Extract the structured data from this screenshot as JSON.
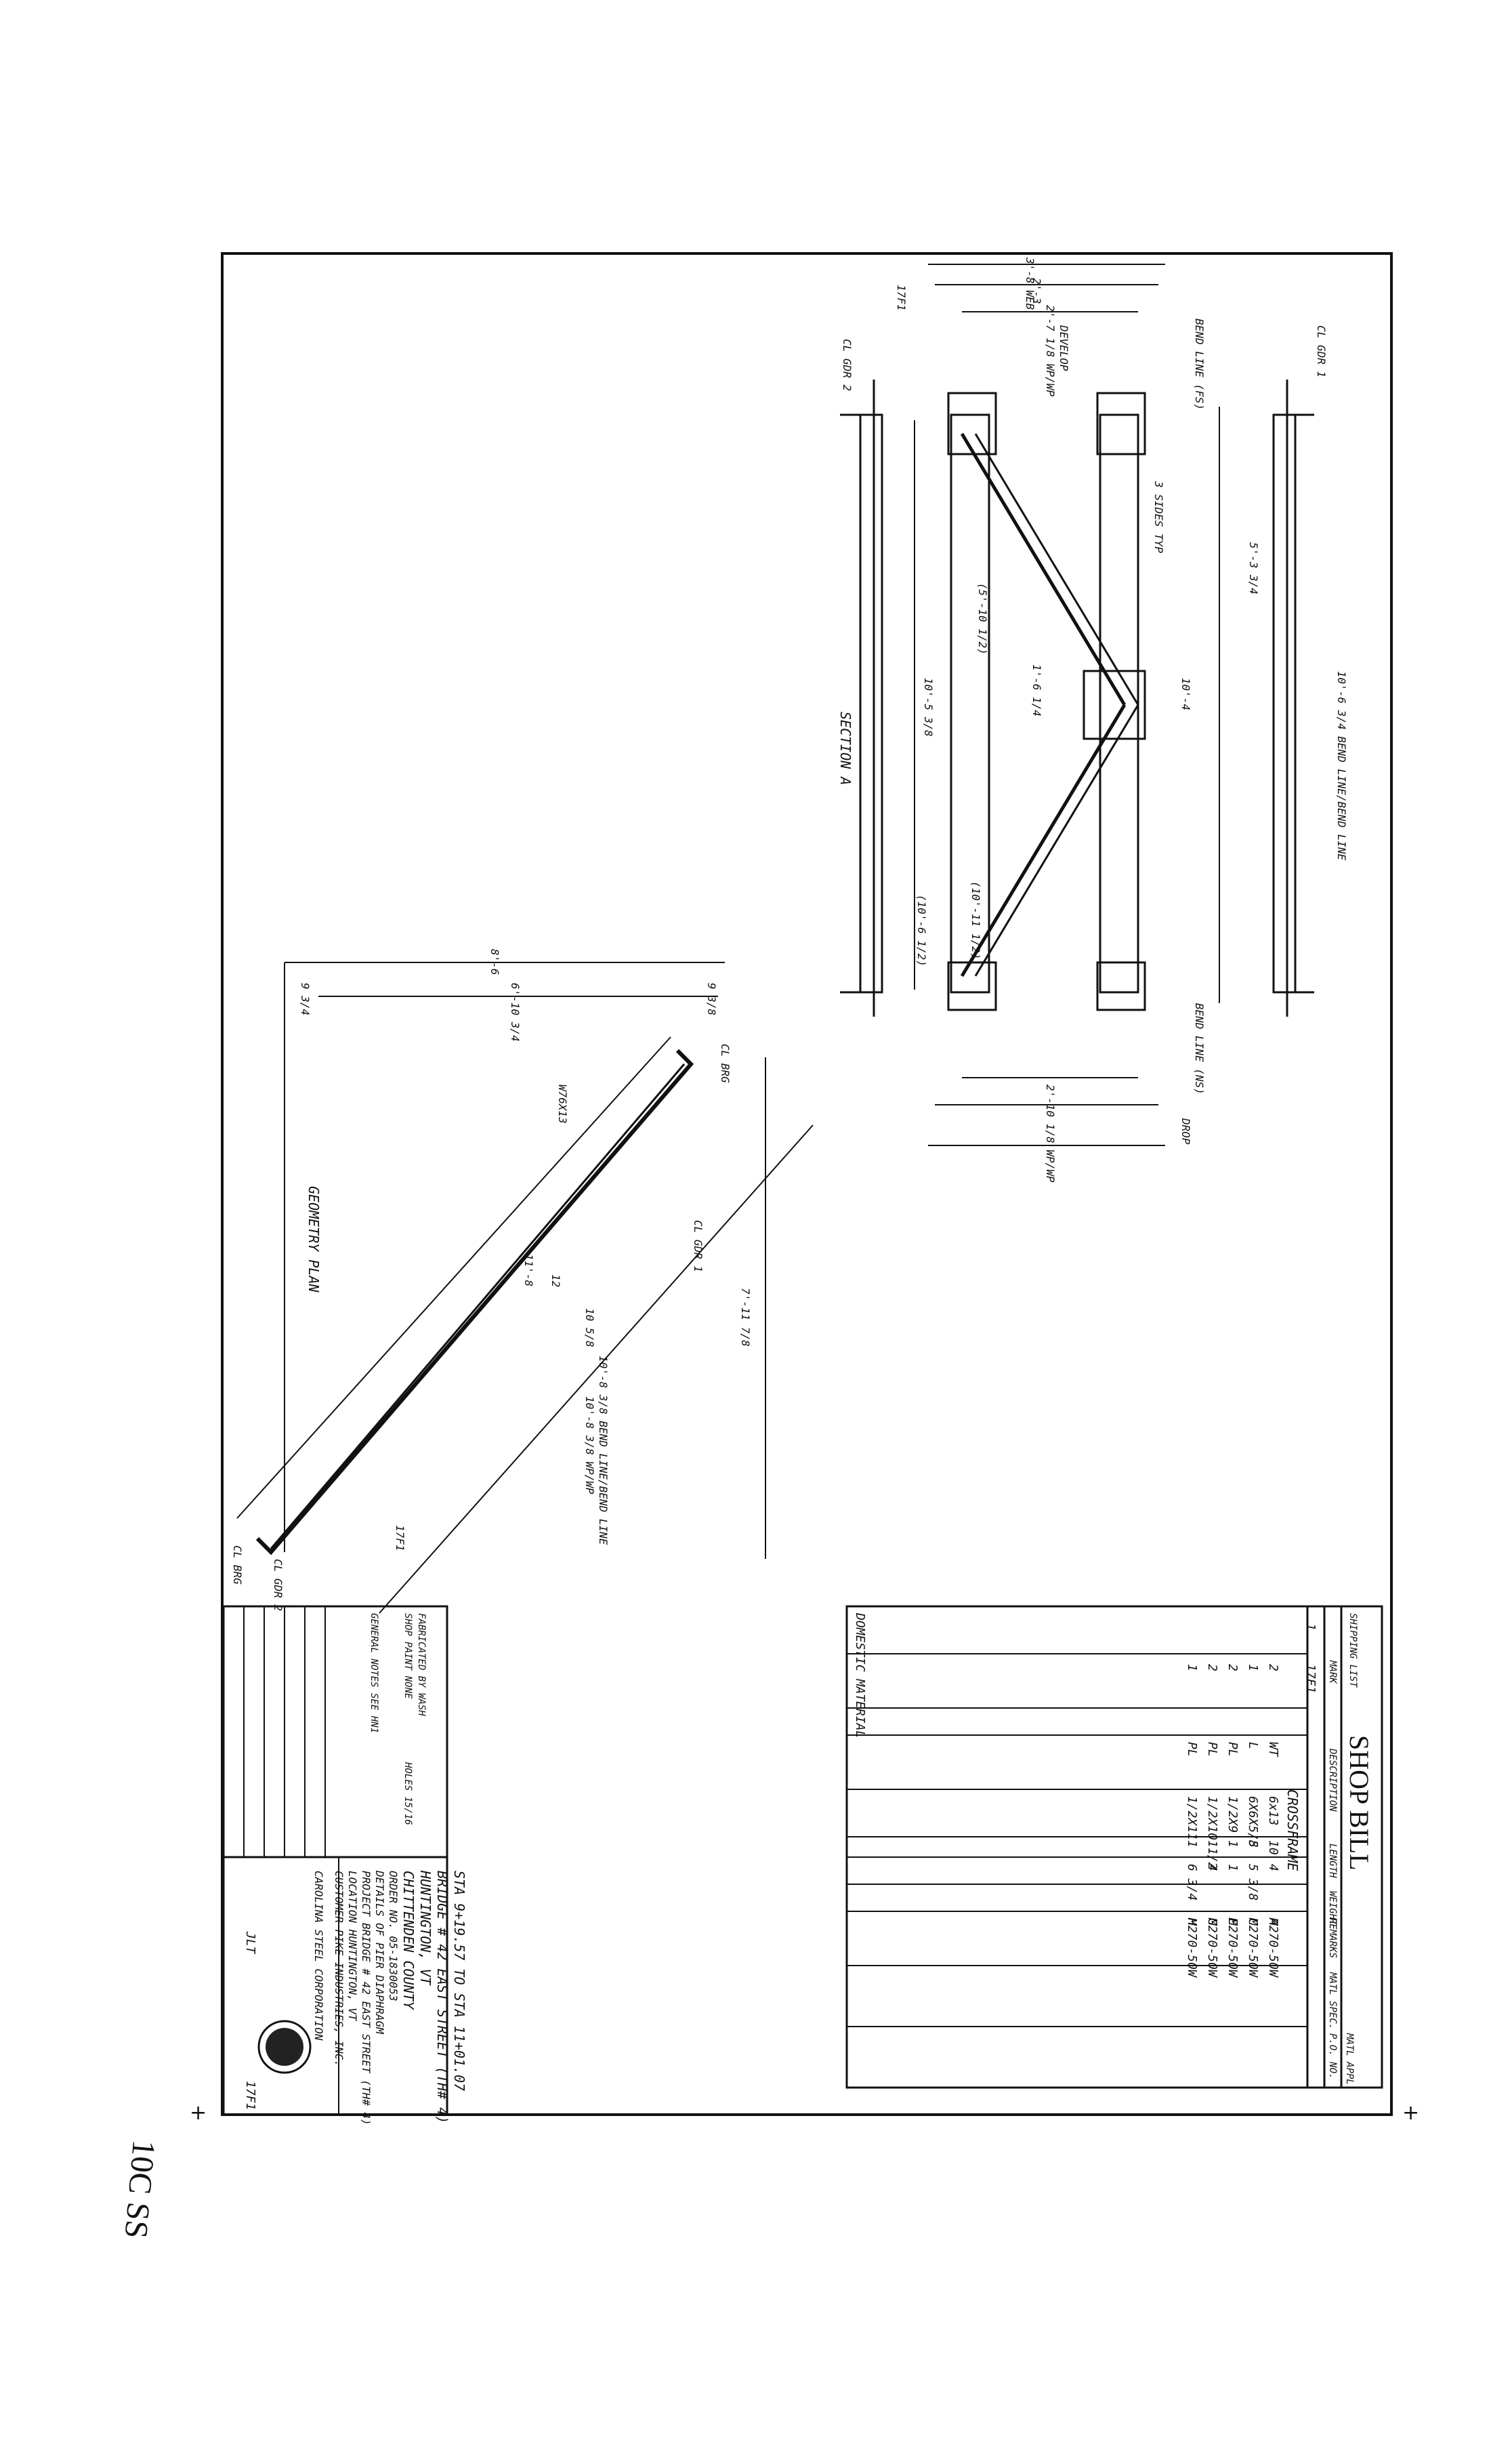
{
  "margin_note": "10C SS",
  "shop_bill": {
    "title": "SHOP BILL",
    "col_shipping": "SHIPPING LIST",
    "col_mark": "MARK",
    "col_description": "DESCRIPTION",
    "col_length": "LENGTH",
    "col_weight": "WEIGHT",
    "col_remarks": "REMARKS",
    "col_matl_spec": "MATL SPEC.",
    "col_matl_appl": "MATL APPL.",
    "col_po": "P.O. NO.",
    "shipping_row": [
      "1",
      "17F1"
    ],
    "crossframe_label": "CROSSFRAME",
    "rows": [
      {
        "no": "2",
        "type": "WT",
        "section": "6x13",
        "ft": "10",
        "in": "4",
        "rem": "A",
        "spec": "M270-50W"
      },
      {
        "no": "1",
        "type": "L",
        "section": "6X6X5/8",
        "ft": "5",
        "in": "5 3/8",
        "rem": "C",
        "spec": "M270-50W"
      },
      {
        "no": "2",
        "type": "PL",
        "section": "1/2X9",
        "ft": "1",
        "in": "1",
        "rem": "E",
        "spec": "M270-50W"
      },
      {
        "no": "2",
        "type": "PL",
        "section": "1/2X10 1/2",
        "ft": "1",
        "in": "4",
        "rem": "G",
        "spec": "M270-50W"
      },
      {
        "no": "1",
        "type": "PL",
        "section": "1/2X11",
        "ft": "1",
        "in": "6 3/4",
        "rem": "H",
        "spec": "M270-50W"
      }
    ],
    "domestic": "DOMESTIC MATERIAL"
  },
  "title_block": {
    "sta": "STA 9+19.57 TO STA 11+01.07",
    "bridge": "BRIDGE # 42 EAST STREET (TH# 4)",
    "town": "HUNTINGTON, VT",
    "county": "CHITTENDEN COUNTY",
    "order_no": "ORDER NO. 05-1830053",
    "details_of": "DETAILS OF PIER DIAPHRAGM",
    "project": "PROJECT BRIDGE # 42 EAST STREET (TH# 4)",
    "location": "LOCATION HUNTINGTON, VT",
    "customer": "CUSTOMER PIKE INDUSTRIES, INC.",
    "company": "CAROLINA STEEL CORPORATION",
    "fabricated_by": "FABRICATED BY WASH",
    "shop_paint": "SHOP PAINT NONE",
    "holes": "HOLES 15/16",
    "general_notes": "GENERAL NOTES SEE HN1",
    "drawn_by": "JLT",
    "sheet": "17F1"
  },
  "geometry_plan": {
    "title": "GEOMETRY PLAN",
    "labels": [
      "8'-6",
      "6'-10 3/4",
      "9 3/4",
      "9 3/8",
      "7'-11 7/8",
      "11'-8",
      "12",
      "10 5/8",
      "10'-8 3/8 BEND LINE/BEND LINE",
      "10'-8 3/8 WP/WP",
      "W76X13",
      "CL GDR 1",
      "CL GDR 2",
      "CL BRG",
      "CL BRG",
      "17F1"
    ]
  },
  "section_a": {
    "title": "SECTION A",
    "labels": [
      "3'-8 WEB",
      "2'-3",
      "2'-7 1/8 WP/WP",
      "2'-10 1/8 WP/WP",
      "DEVELOP",
      "BEND LINE (FS)",
      "BEND LINE (NS)",
      "10'-6 3/4 BEND LINE/BEND LINE",
      "10'-5 3/8",
      "10'-4",
      "5'-3 3/4",
      "(10'-6 1/2)",
      "(10'-11 1/2)",
      "(5'-10 1/2)",
      "1'-6 1/4",
      "3 SIDES TYP",
      "CL GDR 1",
      "CL GDR 2",
      "DROP",
      "17F1"
    ]
  }
}
